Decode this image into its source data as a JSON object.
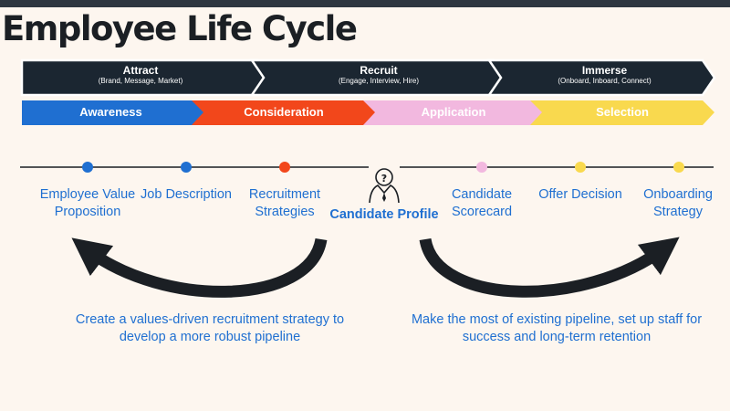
{
  "title": "Employee Life Cycle",
  "phases": [
    {
      "title": "Attract",
      "subtitle": "(Brand, Message, Market)"
    },
    {
      "title": "Recruit",
      "subtitle": "(Engage, Interview, Hire)"
    },
    {
      "title": "Immerse",
      "subtitle": "(Onboard, Inboard, Connect)"
    }
  ],
  "stages": [
    {
      "label": "Awareness",
      "color": "#1f6fd1"
    },
    {
      "label": "Consideration",
      "color": "#f2471b"
    },
    {
      "label": "Application",
      "color": "#f2b8df"
    },
    {
      "label": "Selection",
      "color": "#f9d94e"
    }
  ],
  "timeline": {
    "nodes": [
      {
        "label": "Employee Value Proposition",
        "color": "#1f6fd1"
      },
      {
        "label": "Job Description",
        "color": "#1f6fd1"
      },
      {
        "label": "Recruitment Strategies",
        "color": "#f2471b"
      },
      {
        "label": "Candidate Profile",
        "icon": "person-question-icon"
      },
      {
        "label": "Candidate Scorecard",
        "color": "#f2b8df"
      },
      {
        "label": "Offer Decision",
        "color": "#f9d94e"
      },
      {
        "label": "Onboarding Strategy",
        "color": "#f9d94e"
      }
    ]
  },
  "captions": {
    "left": "Create a values-driven recruitment strategy to develop a more robust pipeline",
    "right": "Make the most of existing pipeline, set up staff for success and long-term retention"
  },
  "colors": {
    "dark": "#1b2631",
    "text_blue": "#1f6fd1",
    "background": "#fdf6ef"
  }
}
